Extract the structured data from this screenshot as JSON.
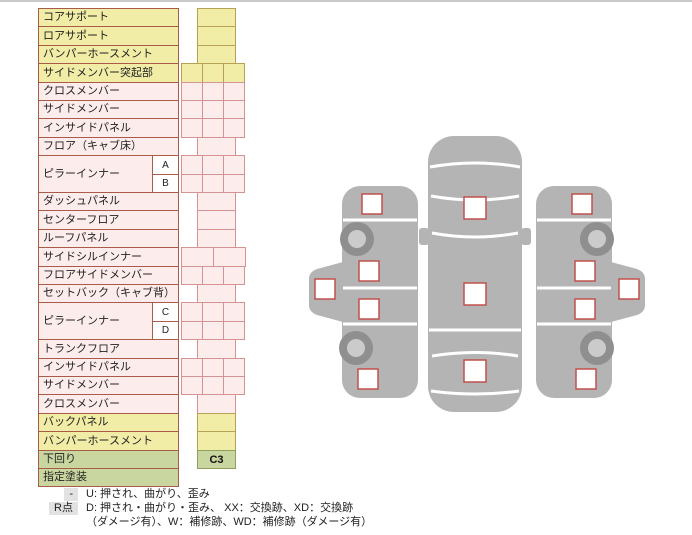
{
  "colors": {
    "yellow": "#f1eca6",
    "pink": "#fdecec",
    "green": "#c9d69f",
    "labelBorder": "#a85c48",
    "cellBorderYellow": "#b5a256",
    "cellBorderPink": "#d49494",
    "cellBorderGreen": "#8fa05e",
    "markerBorder": "#c0504d",
    "carGray": "#b4b4b4",
    "wheelOuter": "#8f8f8f",
    "wheelInner": "#cbcbcb",
    "legendKeyBg": "#e2e2e2",
    "topBar": "#c9c9c9",
    "text": "#222222"
  },
  "checklist": {
    "rows": [
      {
        "label": "コアサポート",
        "color": "yellow",
        "wide": false,
        "cells": 1
      },
      {
        "label": "ロアサポート",
        "color": "yellow",
        "wide": false,
        "cells": 1
      },
      {
        "label": "バンパーホースメント",
        "color": "yellow",
        "wide": false,
        "cells": 1
      },
      {
        "label": "サイドメンバー突起部",
        "color": "yellow",
        "wide": true,
        "cells": 3
      },
      {
        "label": "クロスメンバー",
        "color": "pink",
        "wide": true,
        "cells": 3
      },
      {
        "label": "サイドメンバー",
        "color": "pink",
        "wide": true,
        "cells": 3
      },
      {
        "label": "インサイドパネル",
        "color": "pink",
        "wide": true,
        "cells": 3
      },
      {
        "label": "フロア（キャブ床）",
        "color": "pink",
        "wide": false,
        "cells": 1
      },
      {
        "label": "ピラーインナー",
        "sub": "A",
        "color": "pink",
        "wide": true,
        "cells": 3
      },
      {
        "label": "",
        "sub": "B",
        "color": "pink",
        "wide": true,
        "cells": 3
      },
      {
        "label": "ダッシュパネル",
        "color": "pink",
        "wide": false,
        "cells": 1
      },
      {
        "label": "センターフロア",
        "color": "pink",
        "wide": false,
        "cells": 1
      },
      {
        "label": "ルーフパネル",
        "color": "pink",
        "wide": false,
        "cells": 1
      },
      {
        "label": "サイドシルインナー",
        "color": "pink",
        "wide": true,
        "cells": 2
      },
      {
        "label": "フロアサイドメンバー",
        "color": "pink",
        "wide": true,
        "cells": 3
      },
      {
        "label": "セットバック（キャブ背）",
        "color": "pink",
        "wide": false,
        "cells": 1
      },
      {
        "label": "ピラーインナー",
        "sub": "C",
        "color": "pink",
        "wide": true,
        "cells": 3
      },
      {
        "label": "",
        "sub": "D",
        "color": "pink",
        "wide": true,
        "cells": 3
      },
      {
        "label": "トランクフロア",
        "color": "pink",
        "wide": false,
        "cells": 1
      },
      {
        "label": "インサイドパネル",
        "color": "pink",
        "wide": true,
        "cells": 3
      },
      {
        "label": "サイドメンバー",
        "color": "pink",
        "wide": true,
        "cells": 3
      },
      {
        "label": "クロスメンバー",
        "color": "pink",
        "wide": false,
        "cells": 1
      },
      {
        "label": "バックパネル",
        "color": "yellow",
        "wide": false,
        "cells": 1
      },
      {
        "label": "バンパーホースメント",
        "color": "yellow",
        "wide": false,
        "cells": 1
      },
      {
        "label": "下回り",
        "color": "green",
        "wide": false,
        "cells": 1,
        "value": "C3"
      },
      {
        "label": "指定塗装",
        "color": "green",
        "wide": false,
        "cells": 0
      }
    ]
  },
  "diagram": {
    "underbody_grade": "C3",
    "views": [
      "left-side-view",
      "top-view",
      "right-side-view"
    ],
    "markers": [
      "hood",
      "roof",
      "trunk",
      "left-front-fender",
      "left-front-door",
      "left-roof-side",
      "left-rear-door",
      "left-rear-fender",
      "right-front-fender",
      "right-front-door",
      "right-roof-side",
      "right-rear-door",
      "right-rear-fender"
    ],
    "wheel_markers": [
      "left-front-wheel",
      "left-rear-wheel",
      "right-front-wheel",
      "right-rear-wheel"
    ]
  },
  "legend": {
    "items": [
      {
        "key": "-",
        "text": "U: 押され、曲がり、歪み"
      },
      {
        "key": "R点",
        "text": "D: 押され・曲がり・歪み、 XX：交換跡、XD：交換跡",
        "text2": "（ダメージ有）、W：補修跡、WD：補修跡（ダメージ有）"
      }
    ]
  }
}
